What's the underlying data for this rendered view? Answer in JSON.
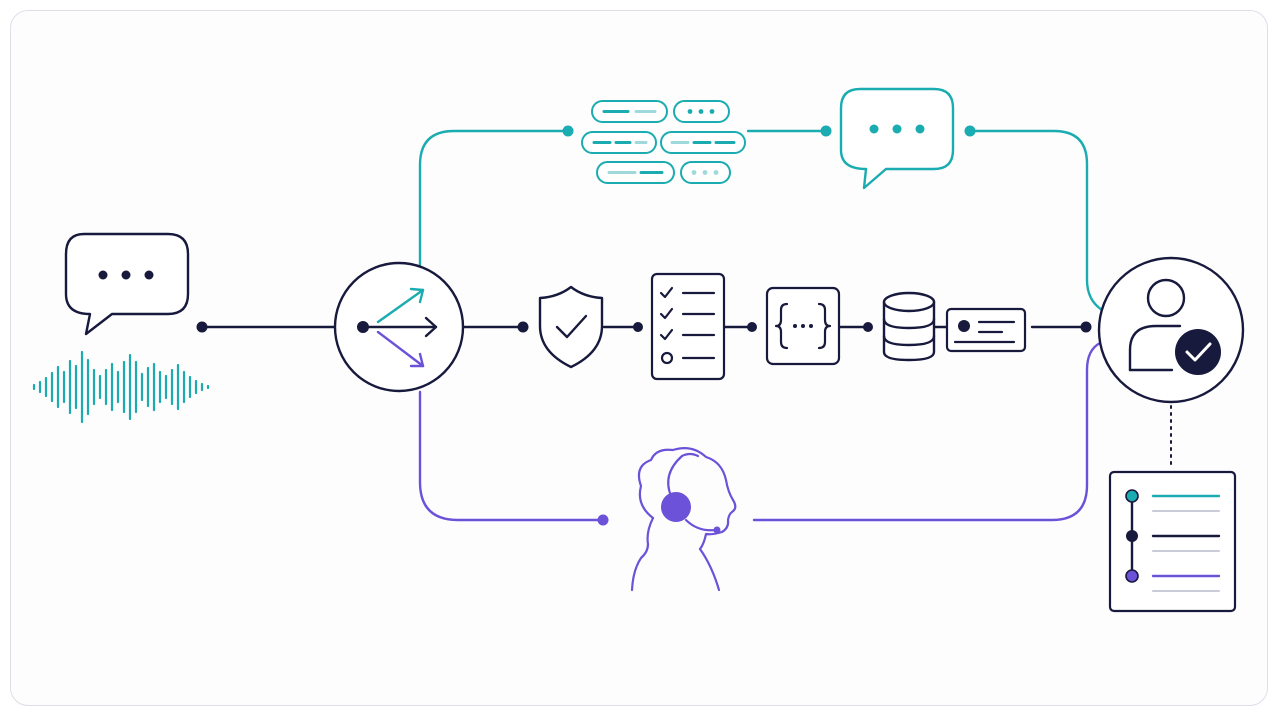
{
  "colors": {
    "navy": "#17193d",
    "teal": "#1aacb0",
    "teal_light": "#9fd9dc",
    "purple": "#6b52d8",
    "light_gray": "#c9ccd8",
    "background": "#fdfdfe"
  },
  "nodes": [
    {
      "name": "incoming-message-icon",
      "kind": "speech-bubble-icon"
    },
    {
      "name": "voice-waveform-icon",
      "kind": "waveform-icon"
    },
    {
      "name": "router-hub",
      "kind": "split-arrows-icon"
    },
    {
      "name": "suggested-replies-chips",
      "kind": "chips-icon"
    },
    {
      "name": "bot-response-bubble",
      "kind": "speech-bubble-icon"
    },
    {
      "name": "security-shield",
      "kind": "shield-check-icon"
    },
    {
      "name": "checklist-doc",
      "kind": "checklist-icon"
    },
    {
      "name": "json-code-block",
      "kind": "code-braces-icon"
    },
    {
      "name": "database-cylinder",
      "kind": "database-icon"
    },
    {
      "name": "record-card",
      "kind": "record-card-icon"
    },
    {
      "name": "human-agent",
      "kind": "headset-agent-icon"
    },
    {
      "name": "verified-customer",
      "kind": "user-check-icon"
    },
    {
      "name": "resolution-timeline",
      "kind": "timeline-icon"
    }
  ],
  "flows": [
    {
      "name": "automated-path",
      "color": "teal"
    },
    {
      "name": "main-pipeline",
      "color": "navy"
    },
    {
      "name": "human-handoff-path",
      "color": "purple"
    }
  ]
}
